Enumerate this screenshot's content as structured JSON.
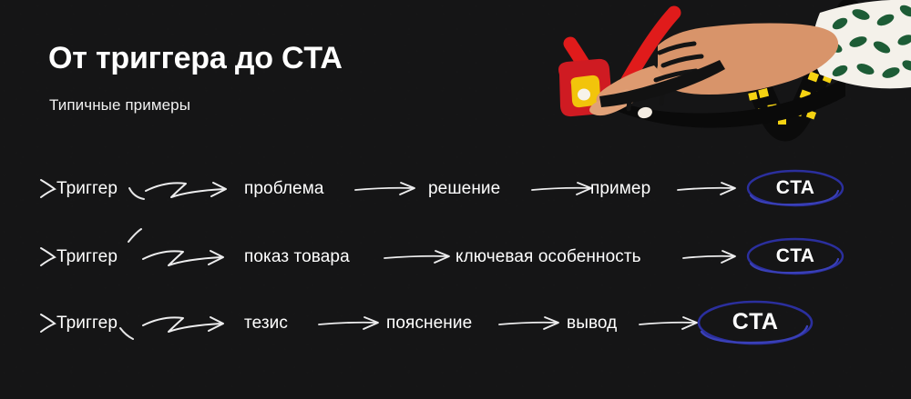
{
  "theme": {
    "background": "#151516",
    "text": "#ffffff",
    "arrow": "#e9e9ea",
    "cta_ring": "#2b2f9e",
    "cta_ring_light": "#4a4fd0",
    "check_red": "#e01b1b",
    "check_yellow": "#f5d312",
    "skin": "#d8946a",
    "button_red": "#cf1b22",
    "button_yellow": "#f2c40b",
    "sleeve_white": "#f4f1ea",
    "sleeve_green": "#1d5c36"
  },
  "header": {
    "title": "От триггера до CTA",
    "subtitle": "Типичные примеры"
  },
  "flows": [
    {
      "id": "flow-1",
      "trigger": "Триггер",
      "steps": [
        "проблема",
        "решение",
        "пример"
      ],
      "cta": "CTA"
    },
    {
      "id": "flow-2",
      "trigger": "Триггер",
      "steps": [
        "показ товара",
        "ключевая особенность"
      ],
      "cta": "CTA"
    },
    {
      "id": "flow-3",
      "trigger": "Триггер",
      "steps": [
        "тезис",
        "пояснение",
        "вывод"
      ],
      "cta": "CTA"
    }
  ],
  "illustration": {
    "checkmark_icon": "red-check-mark",
    "checkmark_shadow_icon": "checkered-check-shadow",
    "hand_icon": "hand-pressing-button",
    "button_icon": "red-yellow-push-button",
    "sleeve_icon": "leaf-pattern-sleeve"
  }
}
